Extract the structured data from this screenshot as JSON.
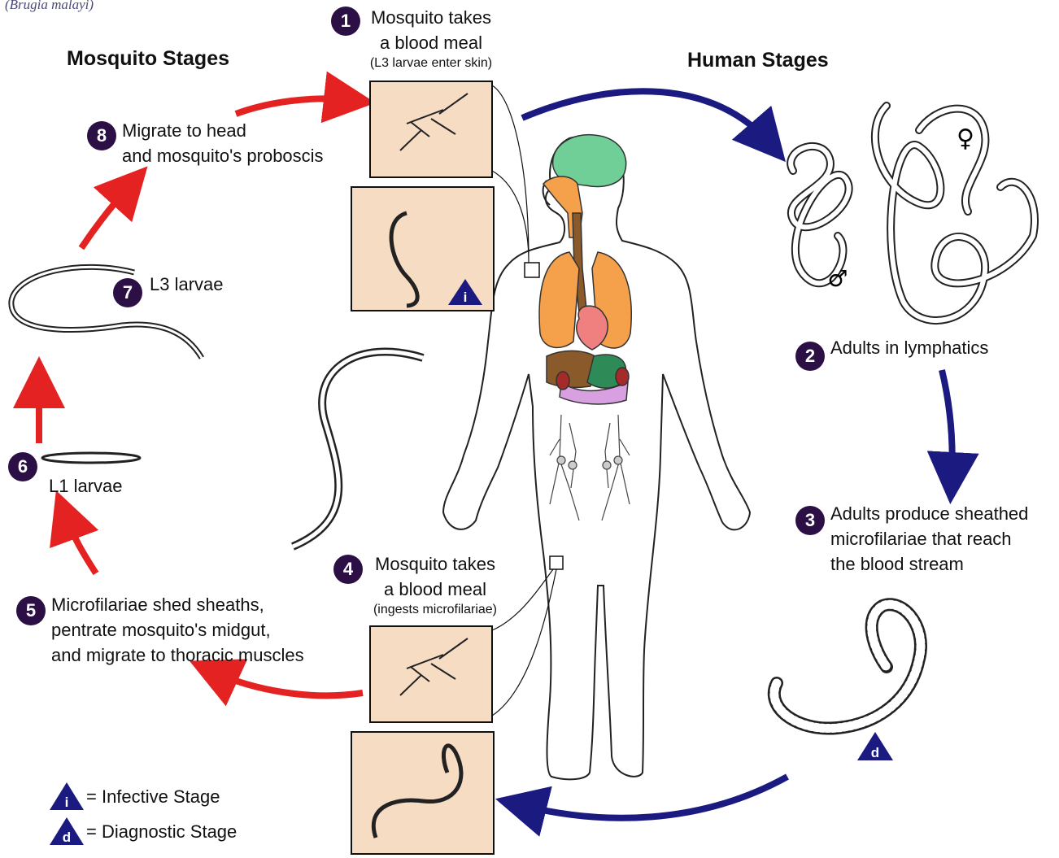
{
  "species": "(Brugia malayi)",
  "headings": {
    "mosquito": "Mosquito Stages",
    "human": "Human Stages"
  },
  "steps": [
    {
      "num": "1",
      "lines": [
        "Mosquito takes",
        "a blood meal"
      ],
      "note": "(L3 larvae enter skin)"
    },
    {
      "num": "2",
      "lines": [
        "Adults in lymphatics"
      ]
    },
    {
      "num": "3",
      "lines": [
        "Adults produce sheathed",
        "microfilariae that reach",
        "the blood stream"
      ]
    },
    {
      "num": "4",
      "lines": [
        "Mosquito takes",
        "a blood meal"
      ],
      "note": "(ingests microfilariae)"
    },
    {
      "num": "5",
      "lines": [
        "Microfilariae shed sheaths,",
        "pentrate mosquito's midgut,",
        "and migrate to thoracic muscles"
      ]
    },
    {
      "num": "6",
      "lines": [
        "L1 larvae"
      ]
    },
    {
      "num": "7",
      "lines": [
        "L3 larvae"
      ]
    },
    {
      "num": "8",
      "lines": [
        "Migrate to head",
        "and mosquito's proboscis"
      ]
    }
  ],
  "stage_marks": {
    "infective": "i",
    "diagnostic": "d"
  },
  "sex_symbols": {
    "female": "♀",
    "male": "♂"
  },
  "legend": {
    "infective": {
      "mark": "i",
      "text": "= Infective Stage"
    },
    "diagnostic": {
      "mark": "d",
      "text": "= Diagnostic Stage"
    }
  },
  "colors": {
    "human_arrow": "#1a1a80",
    "mosquito_arrow": "#e52222",
    "badge": "#2b0f45",
    "inset_panel": "#f7dcc4",
    "marker": "#1a1a80",
    "brain": "#6fcf97",
    "lungs": "#f5a04a",
    "heart": "#f08080",
    "liver": "#8b5a2b",
    "stomach": "#2e8b57",
    "kidney": "#a52a2a",
    "intestine": "#d8a0e0"
  }
}
